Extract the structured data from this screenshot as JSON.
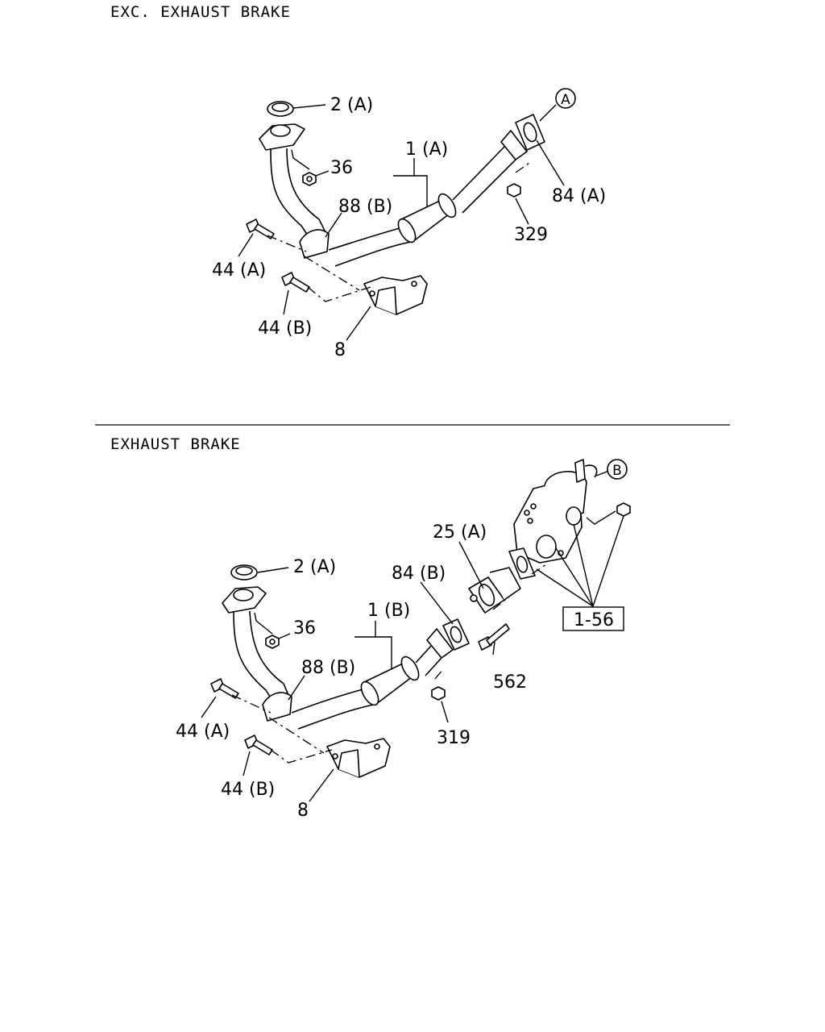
{
  "sections": [
    {
      "title": "EXC. EXHAUST BRAKE",
      "callouts": {
        "ring": "2 (A)",
        "nut": "36",
        "pipe": "1 (A)",
        "clamp": "88 (B)",
        "bolt_a": "44 (A)",
        "bolt_b": "44 (B)",
        "bracket": "8",
        "gasket": "84 (A)",
        "flange_nut": "329",
        "ref": "A"
      }
    },
    {
      "title": "EXHAUST BRAKE",
      "callouts": {
        "ring": "2 (A)",
        "nut": "36",
        "pipe": "1 (B)",
        "clamp": "88 (B)",
        "bolt_a": "44 (A)",
        "bolt_b": "44 (B)",
        "bracket": "8",
        "gasket": "84 (B)",
        "adapter": "25 (A)",
        "flange_bolt": "562",
        "flange_nut": "319",
        "ref_box": "1-56",
        "ref": "B"
      }
    }
  ]
}
